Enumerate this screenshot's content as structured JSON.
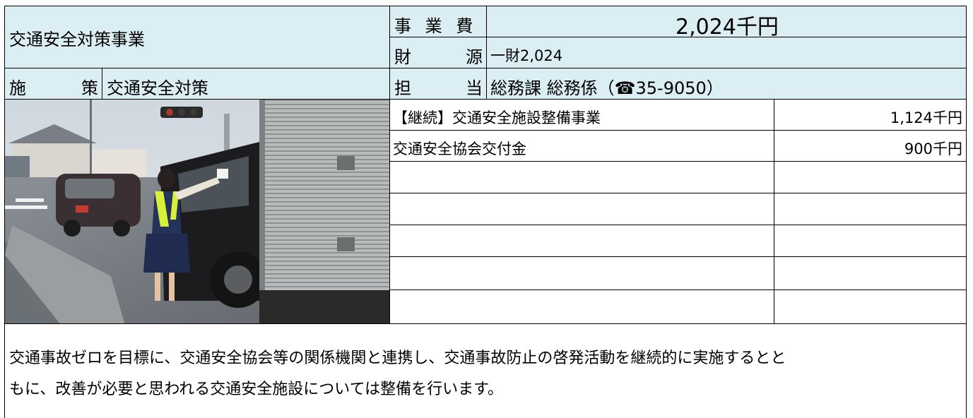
{
  "project": {
    "name": "交通安全対策事業",
    "cost_label": "事 業 費",
    "cost_value": "2,024千円",
    "source_label_1": "財",
    "source_label_2": "源",
    "source_value": "一財2,024",
    "policy_label_1": "施",
    "policy_label_2": "策",
    "policy_value": "交通安全対策",
    "charge_label_1": "担",
    "charge_label_2": "当",
    "charge_value": "総務課 総務係（☎35-9050）"
  },
  "breakdown": {
    "rows": [
      {
        "item": "【継続】交通安全施設整備事業",
        "amount": "1,124千円"
      },
      {
        "item": "交通安全協会交付金",
        "amount": "900千円"
      },
      {
        "item": "",
        "amount": ""
      },
      {
        "item": "",
        "amount": ""
      },
      {
        "item": "",
        "amount": ""
      },
      {
        "item": "",
        "amount": ""
      },
      {
        "item": "",
        "amount": ""
      }
    ]
  },
  "description": {
    "line1": "交通事故ゼロを目標に、交通安全協会等の関係機関と連携し、交通事故防止の啓発活動を継続的に実施するとと",
    "line2": "もに、改善が必要と思われる交通安全施設については整備を行います。"
  }
}
